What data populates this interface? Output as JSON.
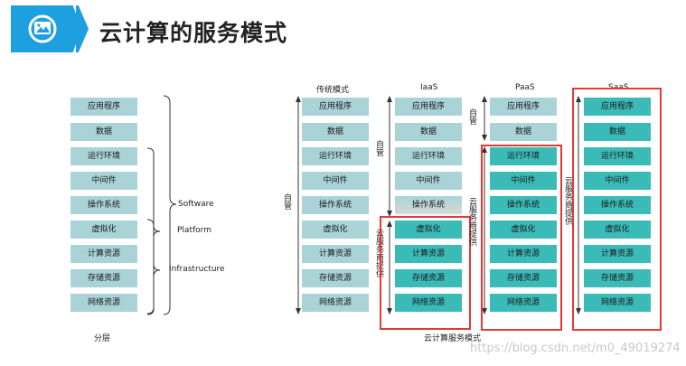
{
  "header": {
    "title": "云计算的服务模式",
    "icon": "image-icon"
  },
  "layers": [
    "应用程序",
    "数据",
    "运行环境",
    "中间件",
    "操作系统",
    "虚拟化",
    "计算资源",
    "存储资源",
    "网络资源"
  ],
  "left": {
    "footer": "分层",
    "software": "Software",
    "platform": "Platform",
    "infrastructure": "Infrastructure"
  },
  "columns": {
    "traditional": {
      "title": "传统模式",
      "manage": "自管"
    },
    "iaas": {
      "title": "IaaS",
      "manage": "自管",
      "provider": "云服务商提供"
    },
    "paas": {
      "title": "PaaS",
      "manage": "自管",
      "provider": "云服务商提供"
    },
    "saas": {
      "title": "SaaS",
      "provider": "云服务商提供"
    }
  },
  "footer": "云计算服务模式",
  "watermark": "https://blog.csdn.net/m0_49019274",
  "colors": {
    "header": "#1e9fe0",
    "self_managed": "#a9d3d6",
    "provided": "#3bbbb8",
    "highlight": "#e53935"
  }
}
